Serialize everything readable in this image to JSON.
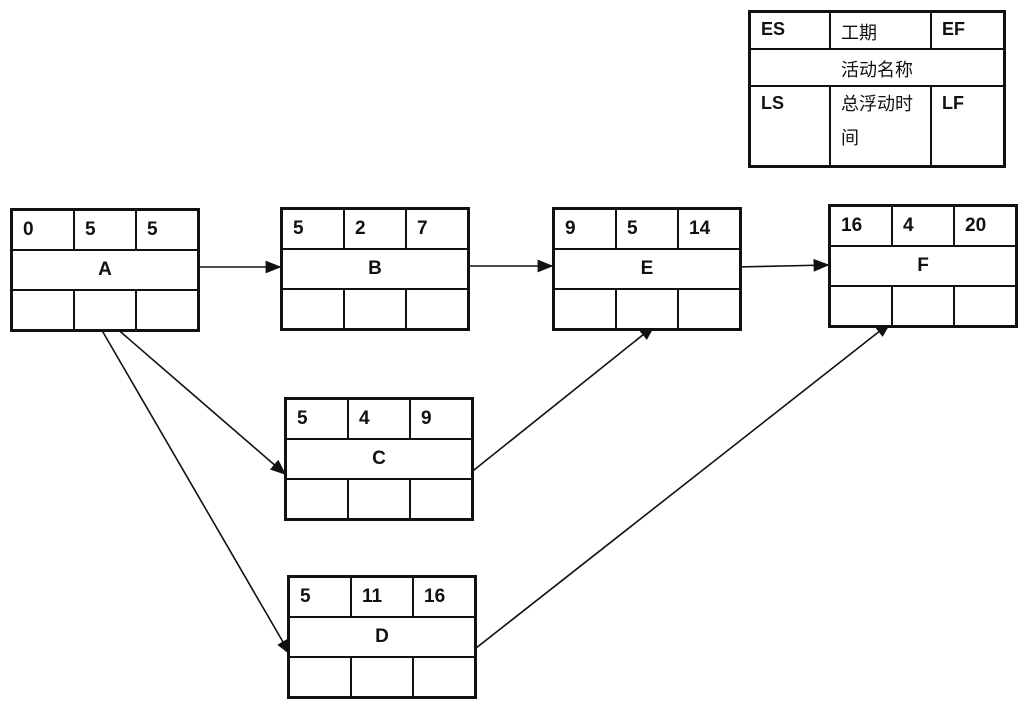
{
  "legend": {
    "es": "ES",
    "duration": "工期",
    "ef": "EF",
    "activity_name": "活动名称",
    "ls": "LS",
    "total_float": "总浮动时间",
    "lf": "LF"
  },
  "activities": [
    {
      "id": "A",
      "name": "A",
      "es": "0",
      "duration": "5",
      "ef": "5"
    },
    {
      "id": "B",
      "name": "B",
      "es": "5",
      "duration": "2",
      "ef": "7"
    },
    {
      "id": "E",
      "name": "E",
      "es": "9",
      "duration": "5",
      "ef": "14"
    },
    {
      "id": "F",
      "name": "F",
      "es": "16",
      "duration": "4",
      "ef": "20"
    },
    {
      "id": "C",
      "name": "C",
      "es": "5",
      "duration": "4",
      "ef": "9"
    },
    {
      "id": "D",
      "name": "D",
      "es": "5",
      "duration": "11",
      "ef": "16"
    }
  ],
  "edges": [
    {
      "from": "A",
      "to": "B"
    },
    {
      "from": "B",
      "to": "E"
    },
    {
      "from": "E",
      "to": "F"
    },
    {
      "from": "A",
      "to": "C"
    },
    {
      "from": "A",
      "to": "D"
    },
    {
      "from": "C",
      "to": "E"
    },
    {
      "from": "D",
      "to": "F"
    }
  ]
}
